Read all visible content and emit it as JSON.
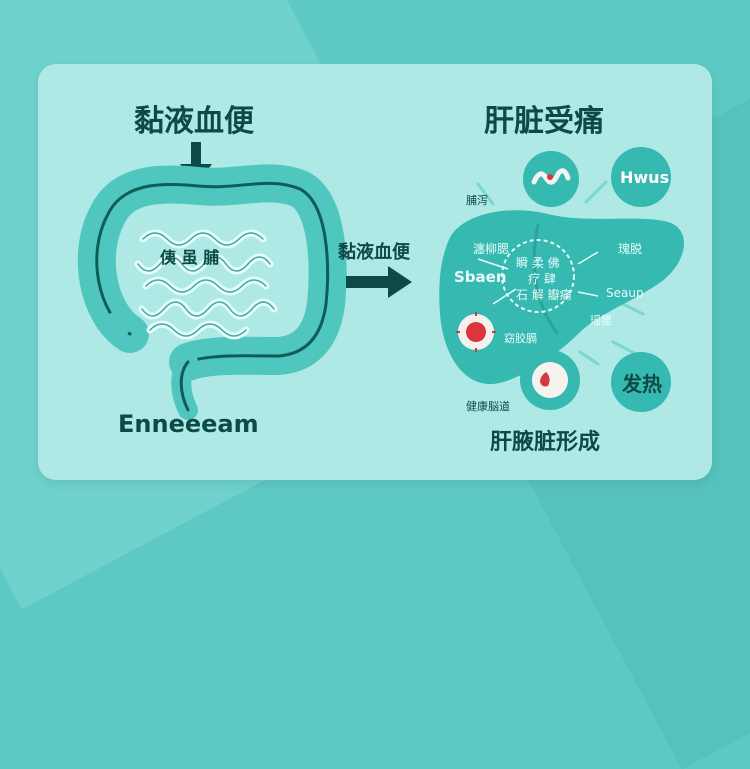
{
  "left_panel": {
    "title": "黏液血便",
    "intestine_label": "侇 虽 脯",
    "caption": "Enneeeam"
  },
  "middle": {
    "arrow_label": "黏液血便"
  },
  "right_panel": {
    "title": "肝脏受痛",
    "liver_labels": [
      "脯泻",
      "瀍柳腮",
      "Sbaen",
      "瞬 柔 佛",
      "疗 肆",
      "石 解 瓣痛",
      "瑰脱",
      "Seaup",
      "瑶腰",
      "窈胶膈",
      "健康脳道"
    ],
    "badge_text_1": "Hwus",
    "badge_text_2": "发热",
    "caption": "肝腋脏形成"
  },
  "colors": {
    "background": "#5ec9c4",
    "card": "#aee9e5",
    "teal": "#35b9b1",
    "dark_teal": "#0d4a45",
    "red": "#d9363e"
  }
}
